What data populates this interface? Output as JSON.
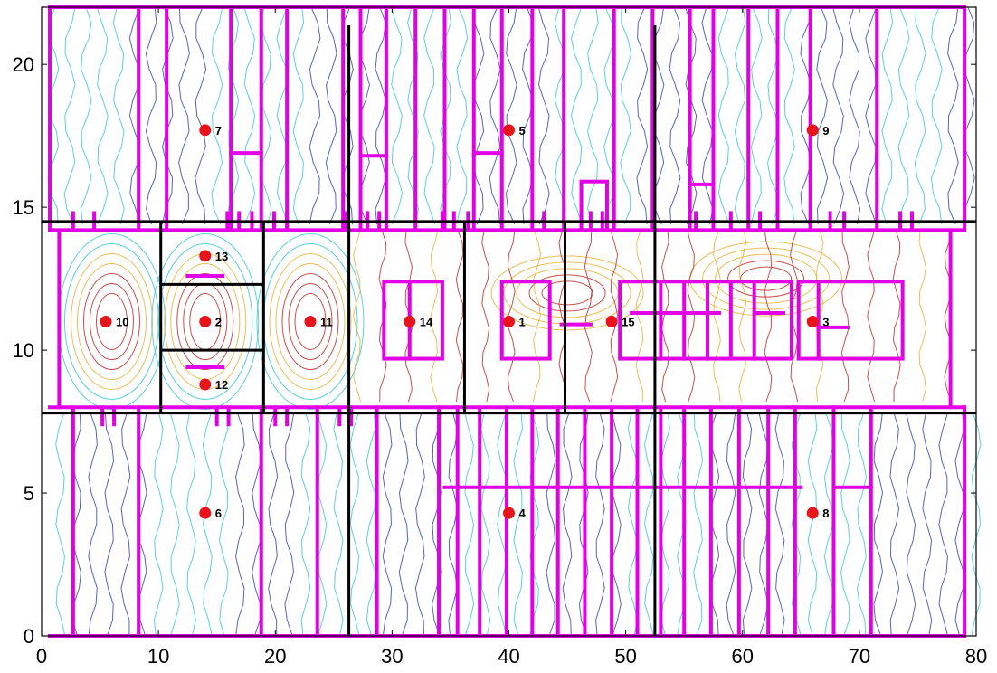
{
  "chart_data": {
    "type": "floor-plan-contour",
    "xlim": [
      0,
      80
    ],
    "ylim": [
      0,
      22
    ],
    "x_ticks": [
      0,
      10,
      20,
      30,
      40,
      50,
      60,
      70,
      80
    ],
    "y_ticks": [
      0,
      5,
      10,
      15,
      20
    ],
    "x_tick_labels": [
      "0",
      "10",
      "20",
      "30",
      "40",
      "50",
      "60",
      "70",
      "80"
    ],
    "y_tick_labels": [
      "0",
      "5",
      "10",
      "15",
      "20"
    ],
    "grid_lines": {
      "vertical_full": [
        26.3,
        52.5
      ],
      "horizontal_full": [
        14.5,
        7.8
      ],
      "vertical_corridor": [
        10.2,
        19.0,
        36.2,
        44.8
      ],
      "horizontal_segments": [
        {
          "y": 12.3,
          "x0": 10.2,
          "x1": 19.0
        },
        {
          "y": 10.0,
          "x0": 10.2,
          "x1": 19.0
        }
      ]
    },
    "points": [
      {
        "label": "1",
        "x": 40.0,
        "y": 11.0
      },
      {
        "label": "2",
        "x": 14.0,
        "y": 11.0
      },
      {
        "label": "3",
        "x": 66.0,
        "y": 11.0
      },
      {
        "label": "4",
        "x": 40.0,
        "y": 4.3
      },
      {
        "label": "5",
        "x": 40.0,
        "y": 17.7
      },
      {
        "label": "6",
        "x": 14.0,
        "y": 4.3
      },
      {
        "label": "7",
        "x": 14.0,
        "y": 17.7
      },
      {
        "label": "8",
        "x": 66.0,
        "y": 4.3
      },
      {
        "label": "9",
        "x": 66.0,
        "y": 17.7
      },
      {
        "label": "10",
        "x": 5.5,
        "y": 11.0
      },
      {
        "label": "11",
        "x": 23.0,
        "y": 11.0
      },
      {
        "label": "12",
        "x": 14.0,
        "y": 8.8
      },
      {
        "label": "13",
        "x": 14.0,
        "y": 13.3
      },
      {
        "label": "14",
        "x": 31.5,
        "y": 11.0
      },
      {
        "label": "15",
        "x": 48.8,
        "y": 11.0
      }
    ],
    "colors": {
      "walls": "#e400e6",
      "points": "#e8141b",
      "dividers": "#000000",
      "contour_hot": "#c0302a",
      "contour_warm": "#e6b43c",
      "contour_cool": "#3fc8d8",
      "contour_cold": "#3a4aa8"
    }
  }
}
